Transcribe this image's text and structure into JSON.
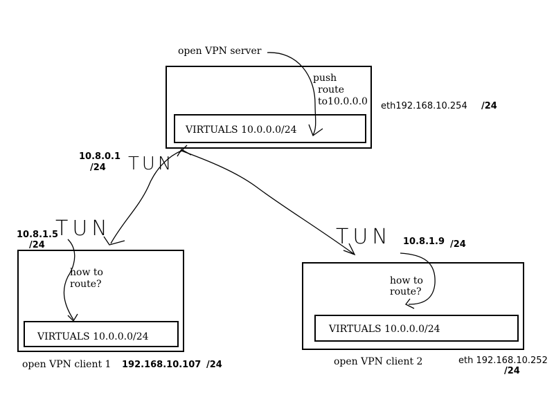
{
  "server": {
    "title": "open VPN server",
    "push_note": [
      "push",
      "route",
      "to10.0.0.0"
    ],
    "virtuals": "VIRTUALS 10.0.0.0/24",
    "eth": "eth192.168.10.254",
    "eth_mask": "/24",
    "tun_ip": "10.8.0.1",
    "tun_mask": "/24"
  },
  "client1": {
    "title": "open VPN client 1",
    "eth": "192.168.10.107",
    "eth_mask": "/24",
    "question": [
      "how to",
      "route?"
    ],
    "virtuals": "VIRTUALS 10.0.0.0/24",
    "tun_ip": "10.8.1.5",
    "tun_mask": "/24"
  },
  "client2": {
    "title": "open VPN client 2",
    "eth": "eth 192.168.10.252",
    "eth_mask": "/24",
    "question": [
      "how to",
      "route?"
    ],
    "virtuals": "VIRTUALS 10.0.0.0/24",
    "tun_ip": "10.8.1.9",
    "tun_mask": "/24"
  },
  "tun_label": "TUN"
}
